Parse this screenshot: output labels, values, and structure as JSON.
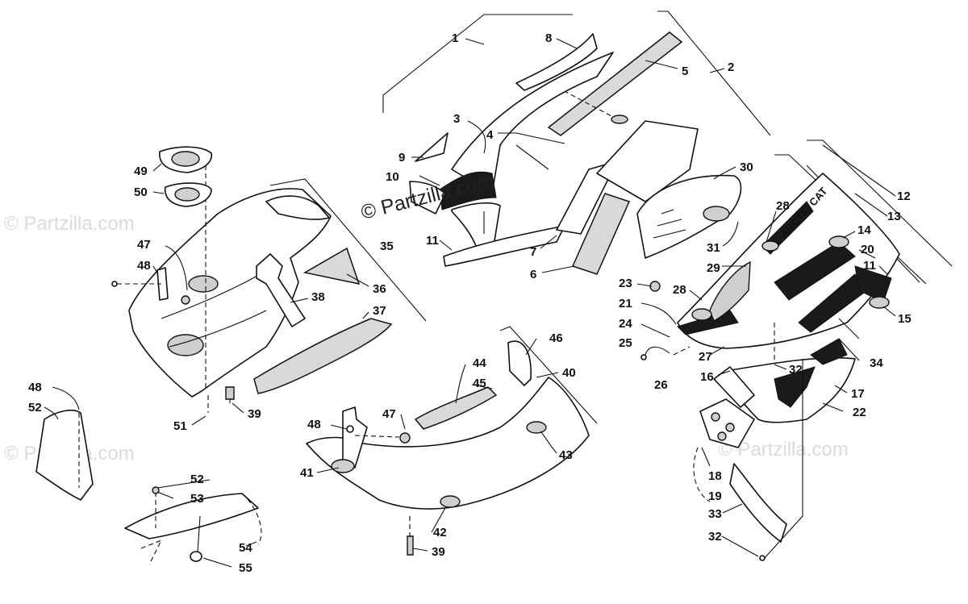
{
  "watermarks": {
    "main": "© Partzilla.com",
    "faint": "© Partzilla.com"
  },
  "decal_text": "ARCTIC CAT",
  "callouts": {
    "c1": "1",
    "c2": "2",
    "c3": "3",
    "c4": "4",
    "c5": "5",
    "c6": "6",
    "c7": "7",
    "c8": "8",
    "c9": "9",
    "c10": "10",
    "c11a": "11",
    "c11b": "11",
    "c12": "12",
    "c13": "13",
    "c14": "14",
    "c15": "15",
    "c16": "16",
    "c17": "17",
    "c18": "18",
    "c19": "19",
    "c20": "20",
    "c21": "21",
    "c22": "22",
    "c23": "23",
    "c24": "24",
    "c25": "25",
    "c26": "26",
    "c27": "27",
    "c28a": "28",
    "c28b": "28",
    "c29": "29",
    "c30": "30",
    "c31": "31",
    "c32a": "32",
    "c32b": "32",
    "c33": "33",
    "c34": "34",
    "c35": "35",
    "c36": "36",
    "c37": "37",
    "c38": "38",
    "c39a": "39",
    "c39b": "39",
    "c40": "40",
    "c41": "41",
    "c42": "42",
    "c43": "43",
    "c44": "44",
    "c45": "45",
    "c46": "46",
    "c47a": "47",
    "c47b": "47",
    "c48a": "48",
    "c48b": "48",
    "c48c": "48",
    "c49": "49",
    "c50": "50",
    "c51": "51",
    "c52a": "52",
    "c52b": "52",
    "c53": "53",
    "c54": "54",
    "c55": "55"
  }
}
